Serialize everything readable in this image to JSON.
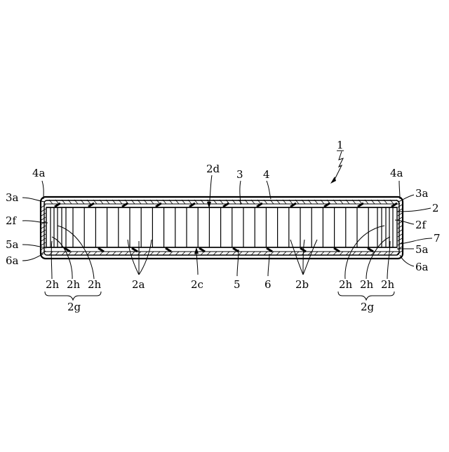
{
  "figure": {
    "ref_main": "1",
    "labels": {
      "l_4a_left": "4a",
      "l_4a_right": "4a",
      "l_2d": "2d",
      "l_3": "3",
      "l_4": "4",
      "l_3a_left": "3a",
      "l_3a_right": "3a",
      "l_2": "2",
      "l_2f_left": "2f",
      "l_2f_right": "2f",
      "l_7": "7",
      "l_5a_left": "5a",
      "l_5a_right": "5a",
      "l_6a_left": "6a",
      "l_6a_right": "6a",
      "l_2h_l1": "2h",
      "l_2h_l2": "2h",
      "l_2h_l3": "2h",
      "l_2h_r1": "2h",
      "l_2h_r2": "2h",
      "l_2h_r3": "2h",
      "l_2a": "2a",
      "l_2c": "2c",
      "l_5": "5",
      "l_6": "6",
      "l_2b": "2b",
      "l_2g_left": "2g",
      "l_2g_right": "2g"
    }
  }
}
